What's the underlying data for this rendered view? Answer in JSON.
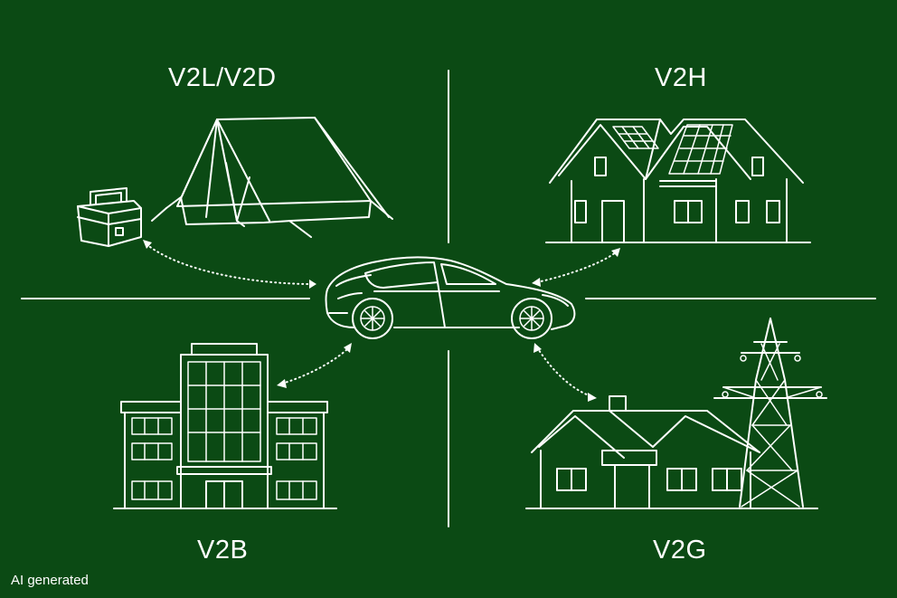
{
  "labels": {
    "v2l": "V2L/V2D",
    "v2h": "V2H",
    "v2b": "V2B",
    "v2g": "V2G"
  },
  "credit": "AI generated",
  "colors": {
    "background": "#0b4a14",
    "line": "#ffffff"
  },
  "icons": [
    "cooler-icon",
    "tent-icon",
    "house-solar-icon",
    "car-icon",
    "office-building-icon",
    "house-icon",
    "power-pylon-icon"
  ]
}
